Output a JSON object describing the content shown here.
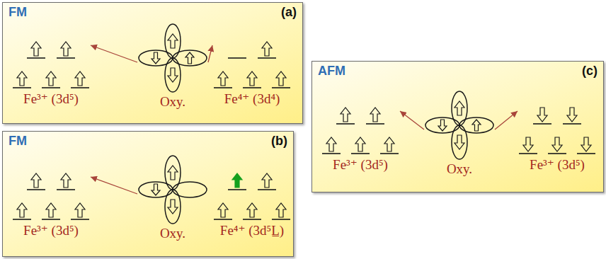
{
  "diagram": {
    "nodes": [
      {
        "text": [
          "FM",
          "(a)"
        ]
      },
      {
        "text": [
          "Fe³⁺ (3d⁵)"
        ],
        "in": 0
      },
      {
        "text": [
          "Oxy."
        ],
        "in": 0
      },
      {
        "text": [
          "Fe⁴⁺ (3d⁴)"
        ],
        "in": 0
      },
      {
        "text": [
          "FM",
          "(b)"
        ]
      },
      {
        "text": [
          "Fe³⁺ (3d⁵)"
        ],
        "in": 4
      },
      {
        "text": [
          "Oxy."
        ],
        "in": 4
      },
      {
        "text": [
          "Fe⁴⁺ (3d⁵L̲)"
        ],
        "in": 4
      },
      {
        "text": [
          "AFM",
          "(c)"
        ]
      },
      {
        "text": [
          "Fe³⁺ (3d⁵)"
        ],
        "in": 8
      },
      {
        "text": [
          "Oxy."
        ],
        "in": 8
      },
      {
        "text": [
          "Fe³⁺ (3d⁵)"
        ],
        "in": 8
      }
    ],
    "edges": [
      {
        "from": 2,
        "to": 1,
        "arrow": "to"
      },
      {
        "from": 2,
        "to": 3,
        "arrow": "to"
      },
      {
        "from": 6,
        "to": 5,
        "arrow": "to"
      },
      {
        "from": 10,
        "to": 9,
        "arrow": "to"
      },
      {
        "from": 10,
        "to": 11,
        "arrow": "to"
      }
    ]
  }
}
